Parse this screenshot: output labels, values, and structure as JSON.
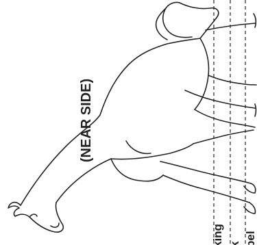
{
  "diagram": {
    "side_label": "(NEAR SIDE)",
    "marking_labels": [
      "king",
      "k",
      "pel"
    ]
  },
  "colors": {
    "ink": "#222222",
    "background": "#ffffff"
  }
}
